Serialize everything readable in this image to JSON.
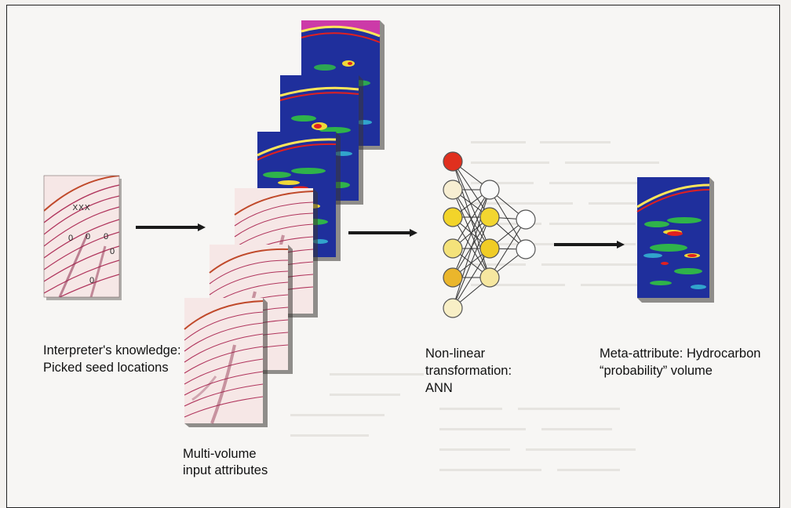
{
  "labels": {
    "seed_line1": "Interpreter's knowledge:",
    "seed_line2": "Picked seed locations",
    "input_line1": "Multi-volume",
    "input_line2": "input attributes",
    "ann_line1": "Non-linear",
    "ann_line2": "transformation:",
    "ann_line3": "ANN",
    "output_line1": "Meta-attribute: Hydrocarbon",
    "output_line2": "“probability” volume"
  },
  "seed_marks": {
    "x_marks": "XXX",
    "o_marks": [
      "0",
      "0",
      "0",
      "0",
      "0"
    ]
  },
  "network": {
    "layers": [
      [
        "#e0301e",
        "#f7eed2",
        "#f2d42a",
        "#f4e27a",
        "#eab62c",
        "#f8efc6"
      ],
      [
        "#f9f9f9",
        "#f2d630",
        "#f0cc26",
        "#f6e7a0"
      ],
      [
        "#ffffff",
        "#ffffff"
      ]
    ]
  },
  "colors": {
    "seismic_bg": "#f6e7e6",
    "seismic_line": "#b0345c",
    "attr_blue": "#1f2f9c",
    "arrow": "#1a1a1a"
  }
}
